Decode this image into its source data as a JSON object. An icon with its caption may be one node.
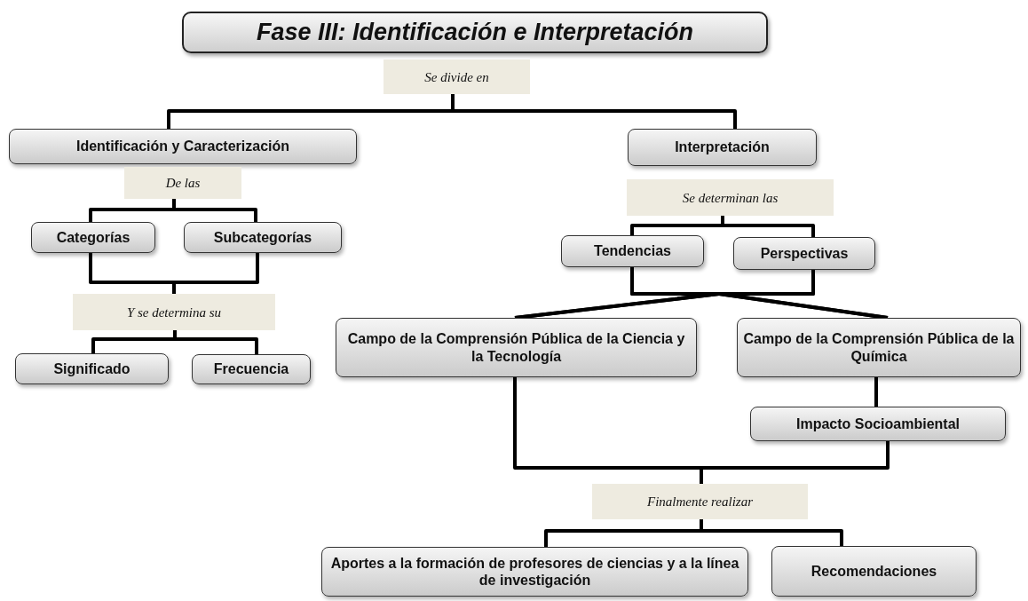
{
  "diagram": {
    "nodes": [
      {
        "text": [
          "Fase III: Identificación e Interpretación"
        ]
      },
      {
        "text": [
          "Se divide en"
        ]
      },
      {
        "text": [
          "Identificación y Caracterización"
        ]
      },
      {
        "text": [
          "Interpretación"
        ]
      },
      {
        "text": [
          "De las"
        ]
      },
      {
        "text": [
          "Categorías"
        ]
      },
      {
        "text": [
          "Subcategorías"
        ]
      },
      {
        "text": [
          "Y se determina su"
        ]
      },
      {
        "text": [
          "Significado"
        ]
      },
      {
        "text": [
          "Frecuencia"
        ]
      },
      {
        "text": [
          "Se determinan las"
        ]
      },
      {
        "text": [
          "Tendencias"
        ]
      },
      {
        "text": [
          "Perspectivas"
        ]
      },
      {
        "text": [
          "Campo de la Comprensión Pública de la Ciencia y la Tecnología"
        ]
      },
      {
        "text": [
          "Campo de la Comprensión Pública de la Química"
        ]
      },
      {
        "text": [
          "Impacto Socioambiental"
        ]
      },
      {
        "text": [
          "Finalmente realizar"
        ]
      },
      {
        "text": [
          "Aportes a la formación de profesores de ciencias y a la línea de investigación"
        ]
      },
      {
        "text": [
          "Recomendaciones"
        ]
      }
    ],
    "edges": [
      {
        "from": 1,
        "to": 2,
        "arrow": "none"
      },
      {
        "from": 1,
        "to": 3,
        "arrow": "none"
      },
      {
        "from": 4,
        "to": 5,
        "arrow": "none"
      },
      {
        "from": 4,
        "to": 6,
        "arrow": "none"
      },
      {
        "from": 5,
        "to": 7,
        "arrow": "none"
      },
      {
        "from": 6,
        "to": 7,
        "arrow": "none"
      },
      {
        "from": 7,
        "to": 8,
        "arrow": "none"
      },
      {
        "from": 7,
        "to": 9,
        "arrow": "none"
      },
      {
        "from": 10,
        "to": 11,
        "arrow": "none"
      },
      {
        "from": 10,
        "to": 12,
        "arrow": "none"
      },
      {
        "from": 11,
        "to": 13,
        "arrow": "none"
      },
      {
        "from": 11,
        "to": 14,
        "arrow": "none"
      },
      {
        "from": 12,
        "to": 13,
        "arrow": "none"
      },
      {
        "from": 12,
        "to": 14,
        "arrow": "none"
      },
      {
        "from": 14,
        "to": 15,
        "arrow": "none"
      },
      {
        "from": 13,
        "to": 16,
        "arrow": "none"
      },
      {
        "from": 15,
        "to": 16,
        "arrow": "none"
      },
      {
        "from": 16,
        "to": 17,
        "arrow": "none"
      },
      {
        "from": 16,
        "to": 18,
        "arrow": "none"
      }
    ]
  }
}
